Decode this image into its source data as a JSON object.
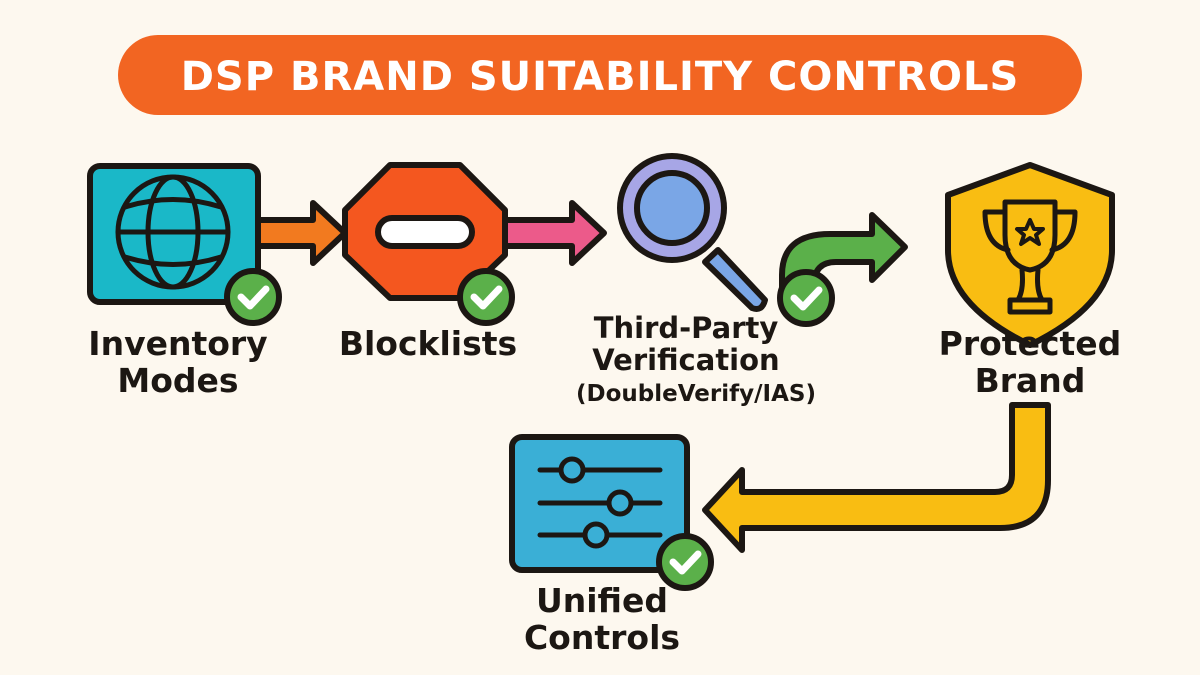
{
  "title": "DSP BRAND SUITABILITY CONTROLS",
  "colors": {
    "background": "#fdf8ef",
    "title_bg": "#f26522",
    "teal": "#1ab8c8",
    "stop_red": "#f4571f",
    "pink_arrow": "#ec5a8a",
    "orange_arrow": "#f27a1f",
    "magnifier_ring": "#a7a6e6",
    "magnifier_lens": "#7aa6e6",
    "green": "#5bb04a",
    "gold": "#f9bd12",
    "blue": "#3aafd6"
  },
  "steps": {
    "inventory": {
      "line1": "Inventory",
      "line2": "Modes",
      "icon": "globe-icon"
    },
    "blocklists": {
      "line1": "Blocklists",
      "icon": "stop-sign-icon"
    },
    "verification": {
      "line1": "Third-Party",
      "line2": "Verification",
      "line3": "(DoubleVerify/IAS)",
      "icon": "magnifier-icon"
    },
    "protected": {
      "line1": "Protected",
      "line2": "Brand",
      "icon": "shield-trophy-icon"
    },
    "unified": {
      "line1": "Unified",
      "line2": "Controls",
      "icon": "sliders-icon"
    }
  }
}
